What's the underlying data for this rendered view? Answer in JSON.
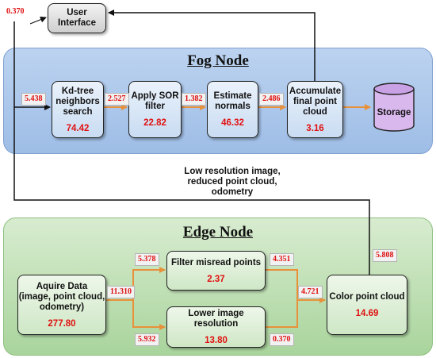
{
  "fog_node": {
    "title": "Fog Node",
    "kdtree": {
      "label_1": "Kd-tree",
      "label_2": "neighbors",
      "label_3": "search",
      "value": "74.42"
    },
    "sor": {
      "label_1": "Apply SOR",
      "label_2": "filter",
      "value": "22.82"
    },
    "normals": {
      "label_1": "Estimate",
      "label_2": "normals",
      "value": "46.32"
    },
    "accumulate": {
      "label_1": "Accumulate",
      "label_2": "final point",
      "label_3": "cloud",
      "value": "3.16"
    },
    "storage": {
      "label": "Storage"
    },
    "tags": {
      "input": "5.438",
      "kd_to_sor": "2.527",
      "sor_to_normals": "1.382",
      "normals_to_accumulate": "2.486"
    }
  },
  "user_interface": {
    "label_1": "User",
    "label_2": "Interface",
    "tag": "0.370"
  },
  "transfer_caption": {
    "line_1": "Low resolution image,",
    "line_2": "reduced point cloud,",
    "line_3": "odometry"
  },
  "edge_node": {
    "title": "Edge Node",
    "acquire": {
      "label_1": "Aquire Data",
      "label_2": "(image, point cloud,",
      "label_3": "odometry)",
      "value": "277.80"
    },
    "filter": {
      "label": "Filter misread points",
      "value": "2.37"
    },
    "lower": {
      "label_1": "Lower image",
      "label_2": "resolution",
      "value": "13.80"
    },
    "color": {
      "label": "Color point cloud",
      "value": "14.69"
    },
    "tags": {
      "acquire_out": "11.310",
      "to_filter": "5.378",
      "to_lower": "5.932",
      "filter_out": "4.351",
      "lower_out": "0.370",
      "color_in": "4.721",
      "color_out": "5.808"
    }
  },
  "colors": {
    "fog_bg": "#a9c6ea",
    "edge_bg": "#b8dcac",
    "arrow_orange": "#e8913a",
    "value_red": "#e01010"
  }
}
